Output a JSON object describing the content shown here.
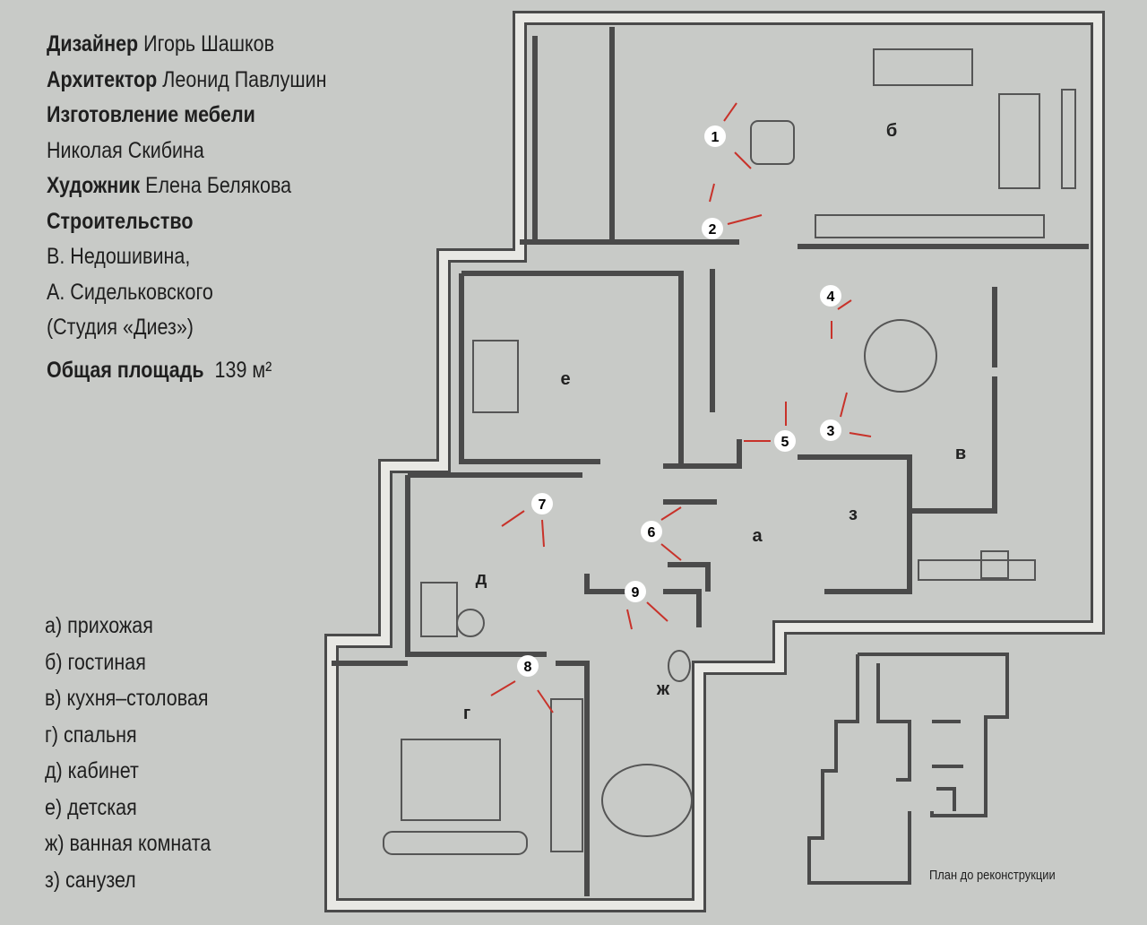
{
  "credits": [
    {
      "role": "Дизайнер",
      "name": "Игорь Шашков"
    },
    {
      "role": "Архитектор",
      "name": "Леонид Павлушин"
    },
    {
      "role": "Изготовление мебели",
      "name": ""
    },
    {
      "role": "",
      "name": "Николая Скибина"
    },
    {
      "role": "Художник",
      "name": "Елена Белякова"
    },
    {
      "role": "Строительство",
      "name": ""
    },
    {
      "role": "",
      "name": "В. Недошивина,"
    },
    {
      "role": "",
      "name": "А. Сидельковского"
    },
    {
      "role": "",
      "name": "(Студия «Диез»)"
    }
  ],
  "area": {
    "label": "Общая площадь",
    "value": "139 м²"
  },
  "legend": [
    "а) прихожая",
    "б) гостиная",
    "в) кухня–столовая",
    "г) спальня",
    "д) кабинет",
    "е) детская",
    "ж) ванная комната",
    "з) санузел"
  ],
  "rooms": {
    "a": "а",
    "b": "б",
    "v": "в",
    "g": "г",
    "d": "д",
    "e": "е",
    "zh": "ж",
    "z": "з"
  },
  "markers": [
    "1",
    "2",
    "3",
    "4",
    "5",
    "6",
    "7",
    "8",
    "9"
  ],
  "small_plan_caption": "План до реконструкции",
  "colors": {
    "marker": "#c8322a",
    "wall": "#4a4a4a",
    "background": "#c8cac7"
  }
}
